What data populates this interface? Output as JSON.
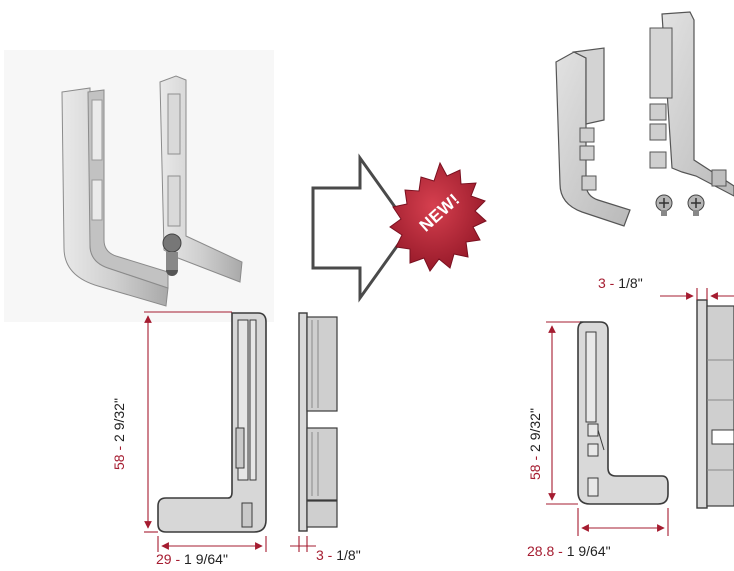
{
  "badge": {
    "label": "NEW!",
    "color": "#b11e32"
  },
  "colors": {
    "accent": "#a51c30",
    "dimension_line": "#a51c30"
  },
  "left_dimensions": {
    "height": {
      "mm": "58",
      "sep": " - ",
      "inch": "2 9/32\""
    },
    "width": {
      "mm": "29",
      "sep": " - ",
      "inch": "1 9/64\""
    },
    "thickness": {
      "mm": "3",
      "sep": " - ",
      "inch": "1/8\""
    }
  },
  "right_dimensions": {
    "thickness": {
      "mm": "3",
      "sep": " - ",
      "inch": "1/8\""
    },
    "height": {
      "mm": "58",
      "sep": " - ",
      "inch": "2 9/32\""
    },
    "width": {
      "mm": "28.8",
      "sep": " - ",
      "inch": "1 9/64\""
    }
  },
  "icons": [
    "old-bracket-photo",
    "arrow-right-icon",
    "new-starburst-badge",
    "new-bracket-render",
    "screw-icon"
  ]
}
